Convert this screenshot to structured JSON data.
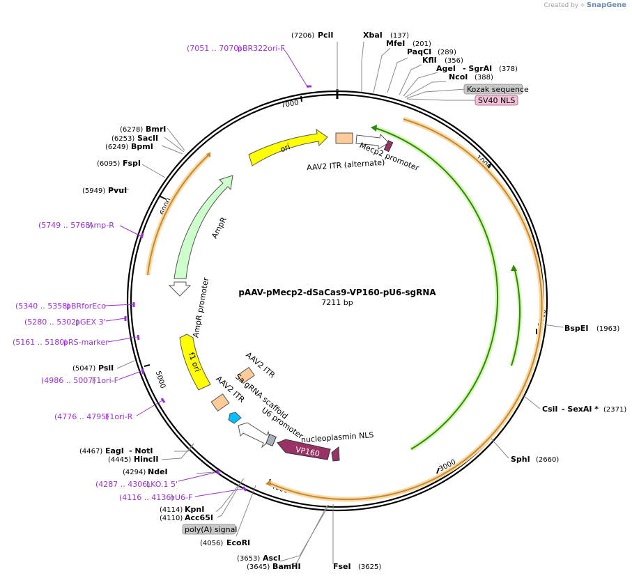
{
  "credit": {
    "prefix": "Created by",
    "brand": "SnapGene"
  },
  "plasmid": {
    "name": "pAAV-pMecp2-dSaCas9-VP160-pU6-sgRNA",
    "length_label": "7211 bp",
    "length": 7211
  },
  "ticks": [
    "1000",
    "2000",
    "3000",
    "4000",
    "5000",
    "6000",
    "7000"
  ],
  "sites": [
    {
      "name": "PciI",
      "pos": "(7206)",
      "side": "left"
    },
    {
      "name": "XbaI",
      "pos": "(137)",
      "side": "right"
    },
    {
      "name": "MfeI",
      "pos": "(201)",
      "side": "right"
    },
    {
      "name": "PaqCI",
      "pos": "(289)",
      "side": "right"
    },
    {
      "name": "KflI",
      "pos": "(356)",
      "side": "right"
    },
    {
      "name": "AgeI",
      "name2": "- SgrAI",
      "pos": "(378)",
      "side": "right"
    },
    {
      "name": "NcoI",
      "pos": "(388)",
      "side": "right"
    },
    {
      "name": "BspEI",
      "pos": "(1963)",
      "side": "right"
    },
    {
      "name": "CsiI",
      "name2": "- SexAI *",
      "pos": "(2371)",
      "side": "right"
    },
    {
      "name": "SphI",
      "pos": "(2660)",
      "side": "right"
    },
    {
      "name": "FseI",
      "pos": "(3625)",
      "side": "right"
    },
    {
      "name": "AscI",
      "pos": "(3653)",
      "side": "left"
    },
    {
      "name": "BamHI",
      "pos": "(3645)",
      "side": "left"
    },
    {
      "name": "EcoRI",
      "pos": "(4056)",
      "side": "left"
    },
    {
      "name": "KpnI",
      "pos": "(4114)",
      "side": "left"
    },
    {
      "name": "Acc65I",
      "pos": "(4110)",
      "side": "left"
    },
    {
      "name": "NdeI",
      "pos": "(4294)",
      "side": "left"
    },
    {
      "name": "EagI",
      "name2": "- NotI",
      "pos": "(4467)",
      "side": "left"
    },
    {
      "name": "HincII",
      "pos": "(4445)",
      "side": "left"
    },
    {
      "name": "PsiI",
      "pos": "(5047)",
      "side": "left"
    },
    {
      "name": "PvuI",
      "pos": "(5949)",
      "side": "left"
    },
    {
      "name": "FspI",
      "pos": "(6095)",
      "side": "left"
    },
    {
      "name": "BpmI",
      "pos": "(6249)",
      "side": "left"
    },
    {
      "name": "SacII",
      "pos": "(6253)",
      "side": "left"
    },
    {
      "name": "BmrI",
      "pos": "(6278)",
      "side": "left"
    }
  ],
  "primers": [
    {
      "range": "(7051 .. 7070)",
      "name": "pBR322ori-F"
    },
    {
      "range": "(5749 .. 5768)",
      "name": "Amp-R"
    },
    {
      "range": "(5340 .. 5358)",
      "name": "pBRforEco"
    },
    {
      "range": "(5280 .. 5302)",
      "name": "pGEX 3'"
    },
    {
      "range": "(5161 .. 5180)",
      "name": "pRS-marker"
    },
    {
      "range": "(4986 .. 5007)",
      "name": "F1ori-F"
    },
    {
      "range": "(4776 .. 4795)",
      "name": "F1ori-R"
    },
    {
      "range": "(4287 .. 4306)",
      "name": "LKO.1 5'"
    },
    {
      "range": "(4116 .. 4136)",
      "name": "hU6-F"
    }
  ],
  "boxed_labels": [
    {
      "text": "Kozak sequence",
      "color": "#c8c8c8"
    },
    {
      "text": "SV40 NLS",
      "color": "#f0c0d4"
    },
    {
      "text": "poly(A) signal",
      "color": "#c8c8c8"
    }
  ],
  "features": [
    {
      "name": "ori",
      "color": "#ffff00"
    },
    {
      "name": "AmpR",
      "color": "#ccffcc"
    },
    {
      "name": "AmpR promoter",
      "color": "#ffffff"
    },
    {
      "name": "f1 ori",
      "color": "#ffff00"
    },
    {
      "name": "AAV2 ITR",
      "color": "#ffcc99"
    },
    {
      "name": "AAV2 ITR",
      "color": "#ffcc99"
    },
    {
      "name": "AAV2 ITR (alternate)",
      "color": "#ffcc99"
    },
    {
      "name": "Mecp2 promoter",
      "color": "#ffffff"
    },
    {
      "name": "Sa gRNA scaffold",
      "color": "#00bfff"
    },
    {
      "name": "U6 promoter",
      "color": "#ffffff"
    },
    {
      "name": "VP160",
      "color": "#993366"
    },
    {
      "name": "nucleoplasmin NLS",
      "color": "#993366"
    }
  ],
  "colors": {
    "backbone": "#000000",
    "primer": "#9b30d9",
    "orf": "#f5a623",
    "cas9_arrow": "#2e8b00"
  }
}
